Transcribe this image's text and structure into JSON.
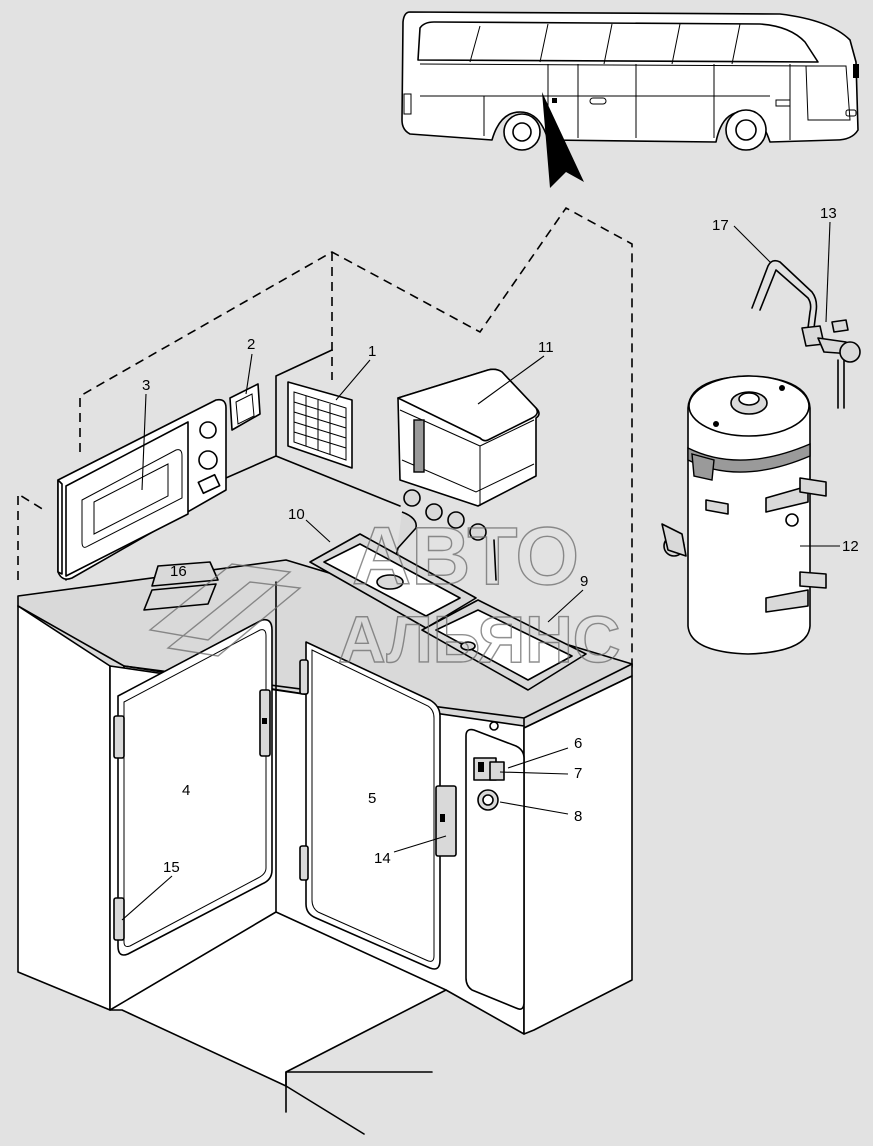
{
  "callouts": [
    {
      "id": "1",
      "text": "1"
    },
    {
      "id": "2",
      "text": "2"
    },
    {
      "id": "3",
      "text": "3"
    },
    {
      "id": "4",
      "text": "4"
    },
    {
      "id": "5",
      "text": "5"
    },
    {
      "id": "6",
      "text": "6"
    },
    {
      "id": "7",
      "text": "7"
    },
    {
      "id": "8",
      "text": "8"
    },
    {
      "id": "9",
      "text": "9"
    },
    {
      "id": "10",
      "text": "10"
    },
    {
      "id": "11",
      "text": "11"
    },
    {
      "id": "12",
      "text": "12"
    },
    {
      "id": "13",
      "text": "13"
    },
    {
      "id": "14",
      "text": "14"
    },
    {
      "id": "15",
      "text": "15"
    },
    {
      "id": "16",
      "text": "16"
    },
    {
      "id": "17",
      "text": "17"
    }
  ],
  "watermark": {
    "line1": "АВТО",
    "line2": "АЛЬЯНС"
  },
  "colors": {
    "background": "#e2e2e2",
    "line": "#000000",
    "panel": "#ffffff",
    "shade": "#9a9a9a",
    "watermark": "#6b6b6b"
  }
}
